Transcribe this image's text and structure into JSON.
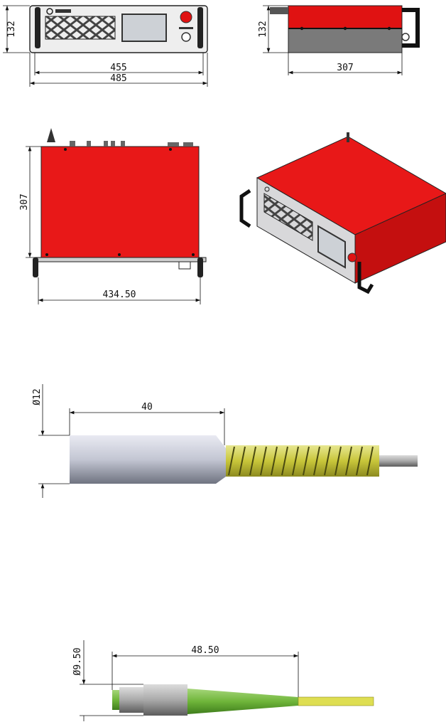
{
  "front_view": {
    "height": "132",
    "inner_width": "455",
    "outer_width": "485"
  },
  "side_view": {
    "height": "132",
    "depth": "307"
  },
  "top_view": {
    "depth": "307",
    "width": "434.50"
  },
  "connector_a": {
    "diameter": "Ø12",
    "length": "40"
  },
  "connector_b": {
    "diameter": "Ø9.50",
    "length": "48.50"
  },
  "colors": {
    "housing_red": "#e01212",
    "panel_gray": "#e8e8ea",
    "cable_yellow": "#d8d84a",
    "ferrule_green": "#6fb53a"
  }
}
